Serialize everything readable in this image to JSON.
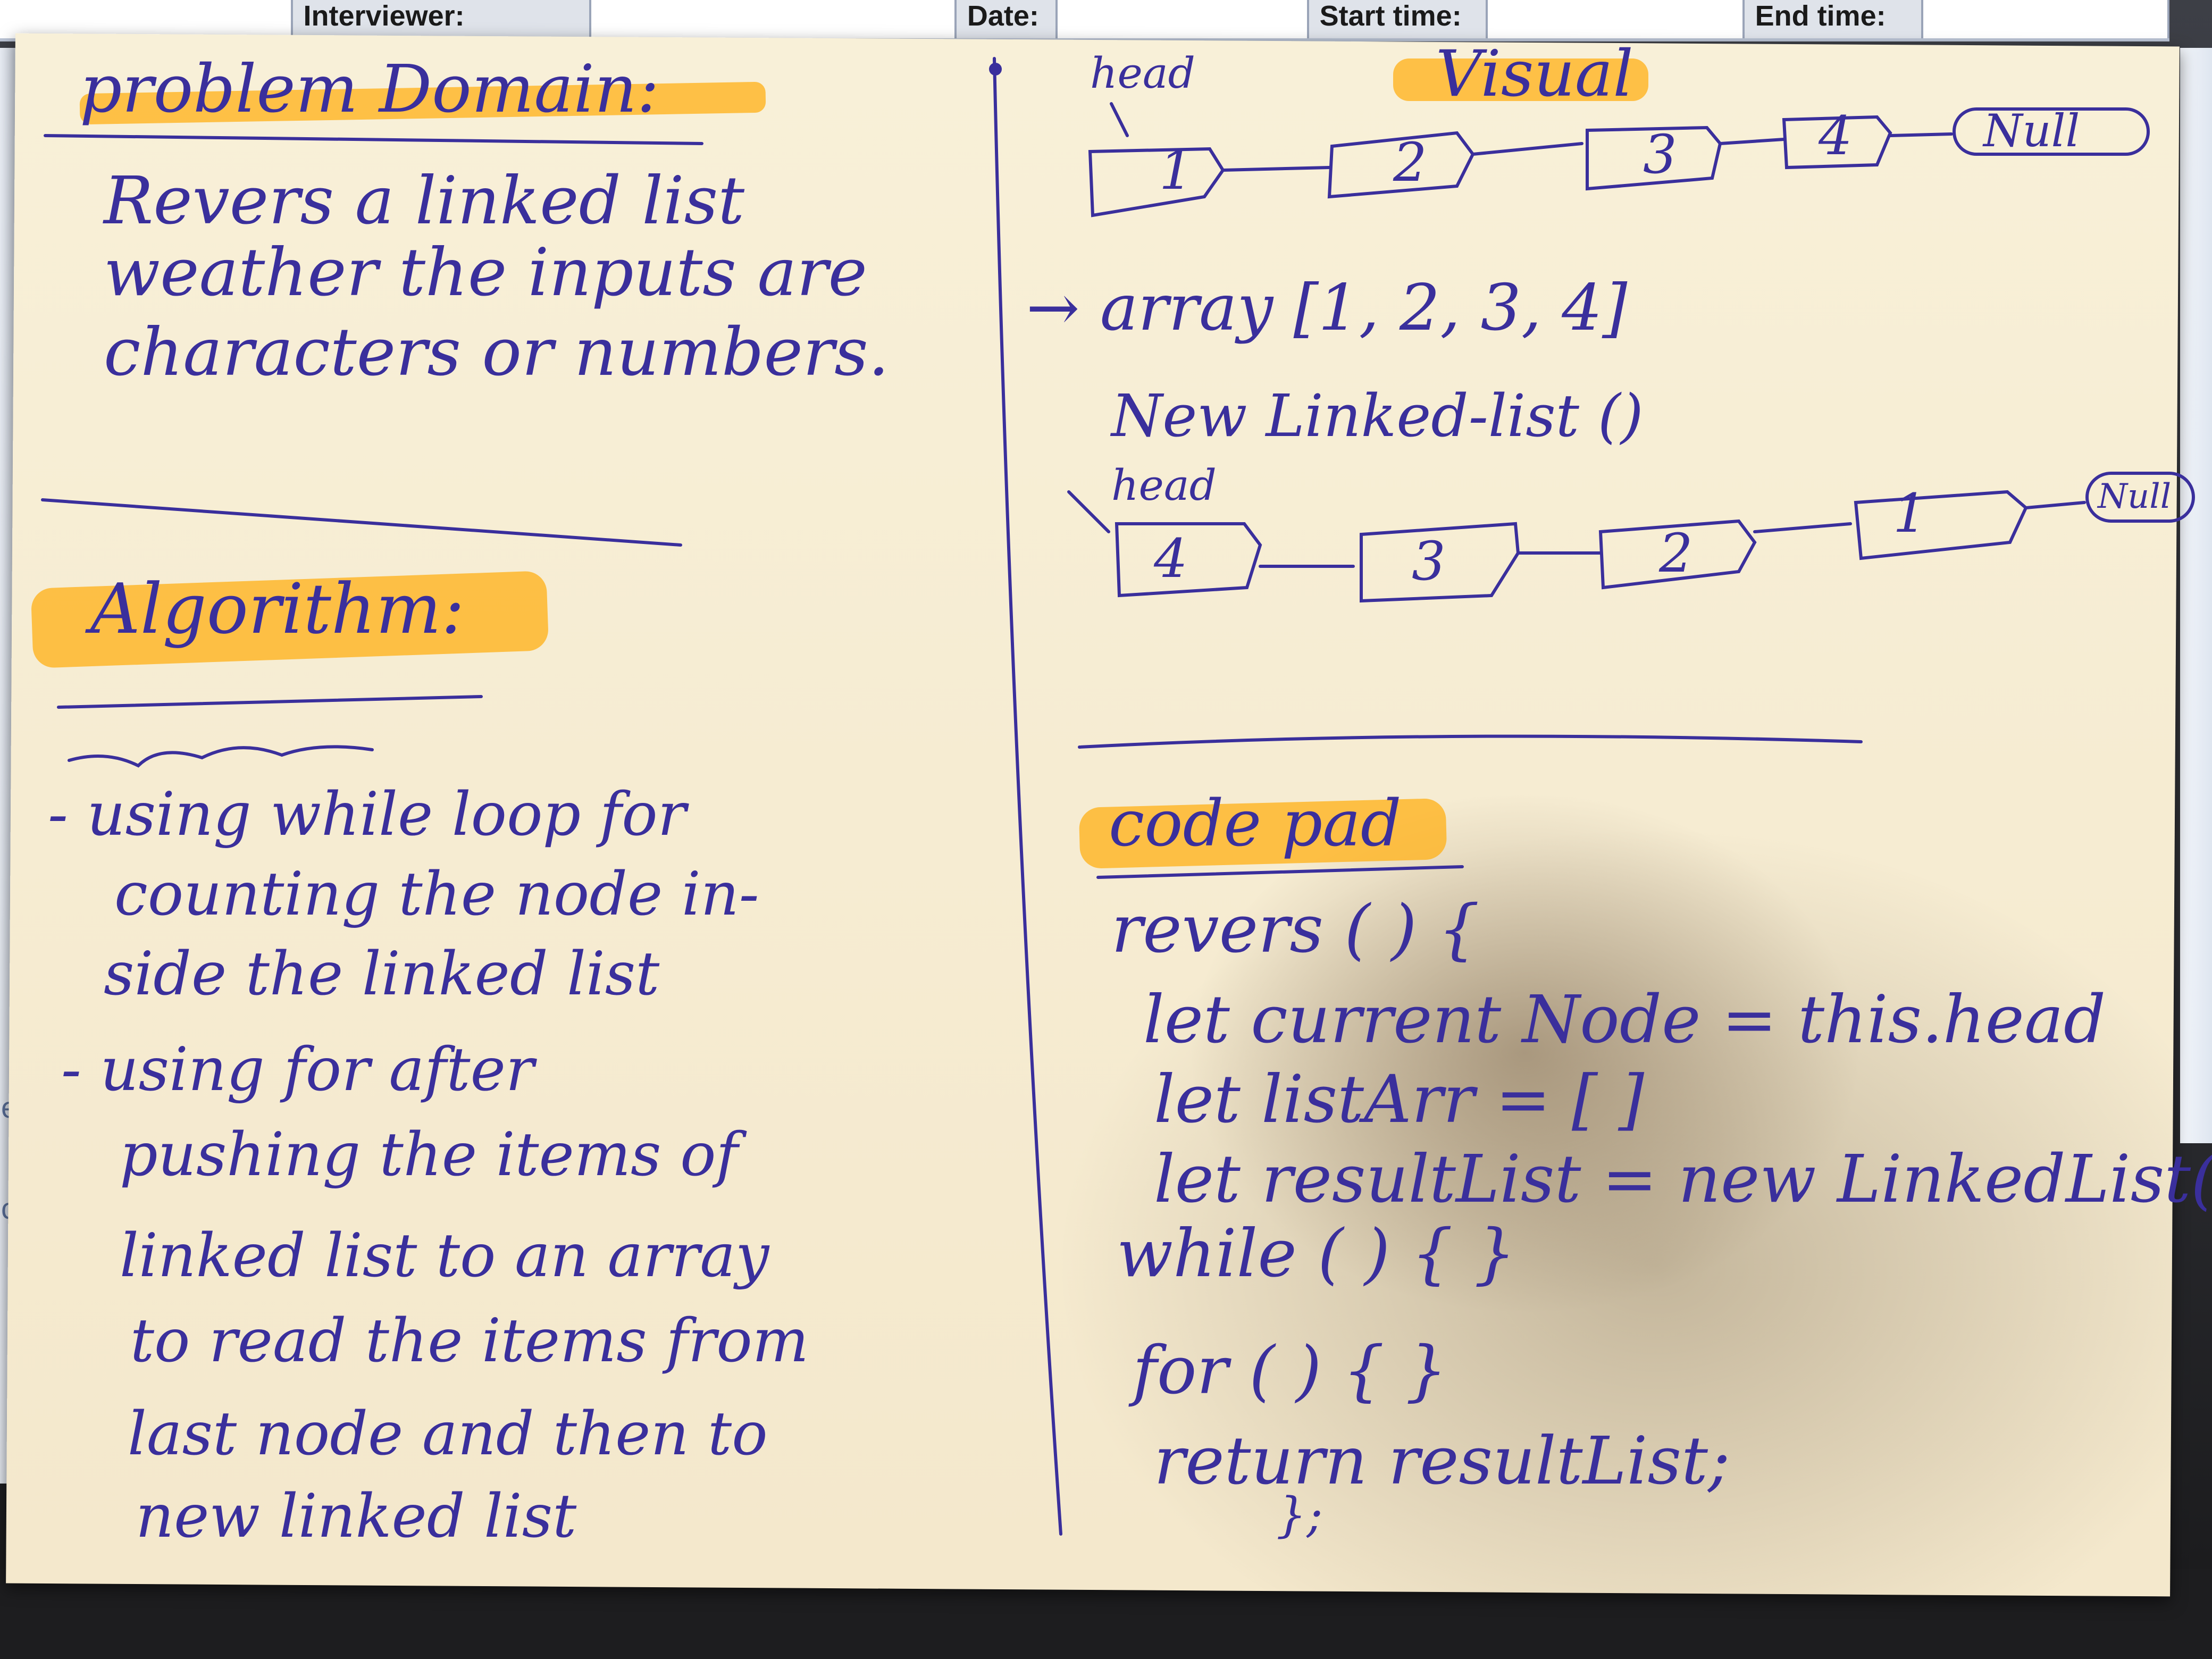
{
  "form_header": {
    "interviewer_label": "Interviewer:",
    "date_label": "Date:",
    "start_time_label": "Start time:",
    "end_time_label": "End time:"
  },
  "background_screen": {
    "left_edge_chars": [
      "e",
      "cl"
    ]
  },
  "left_column": {
    "problem_heading": "problem Domain:",
    "problem_text": [
      "Revers a linked list",
      "weather the inputs are",
      "characters or numbers."
    ],
    "algorithm_heading": "Algorithm:",
    "algorithm_subheading": "",
    "algorithm_steps": [
      "- using while loop for",
      "counting the node in-",
      "side the linked list",
      "- using for after",
      "pushing the items of",
      "linked list to an array",
      "to read the items from",
      "last node and then to",
      "new linked list"
    ]
  },
  "right_column": {
    "visual_heading": "Visual",
    "diagram1": {
      "head_label": "head",
      "nodes": [
        "1",
        "2",
        "3",
        "4"
      ],
      "terminal": "Null"
    },
    "array_line": "→ array [1, 2, 3, 4]",
    "new_list_label": "New Linked-list ()",
    "diagram2": {
      "head_label": "head",
      "nodes": [
        "4",
        "3",
        "2",
        "1"
      ],
      "terminal": "Null"
    },
    "code_heading": "code pad",
    "code_lines": [
      "revers ( ) {",
      "let current Node = this.head",
      "let listArr = [ ]",
      "let resultList = new LinkedList();",
      "while ( ) {        }",
      "for (   ) {    }",
      "return  resultList;",
      "};"
    ]
  },
  "colors": {
    "ink": "#3a2f9c",
    "highlighter": "#ffb21c",
    "paper": "#f6ecd2"
  }
}
